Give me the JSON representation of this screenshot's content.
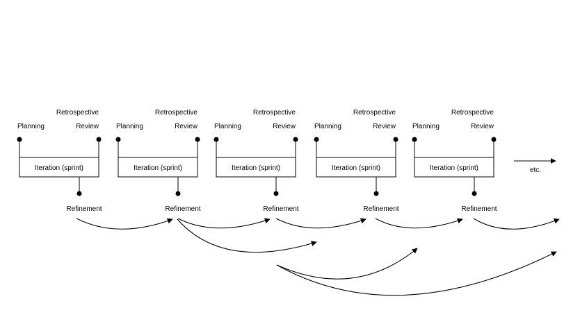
{
  "sprints": [
    {
      "planning": "Planning",
      "review": "Review",
      "retrospective": "Retrospective",
      "iteration": "Iteration (sprint)",
      "refinement": "Refinement"
    },
    {
      "planning": "Planning",
      "review": "Review",
      "retrospective": "Retrospective",
      "iteration": "Iteration (sprint)",
      "refinement": "Refinement"
    },
    {
      "planning": "Planning",
      "review": "Review",
      "retrospective": "Retrospective",
      "iteration": "Iteration (sprint)",
      "refinement": "Refinement"
    },
    {
      "planning": "Planning",
      "review": "Review",
      "retrospective": "Retrospective",
      "iteration": "Iteration (sprint)",
      "refinement": "Refinement"
    },
    {
      "planning": "Planning",
      "review": "Review",
      "retrospective": "Retrospective",
      "iteration": "Iteration (sprint)",
      "refinement": "Refinement"
    }
  ],
  "continuation": "etc."
}
